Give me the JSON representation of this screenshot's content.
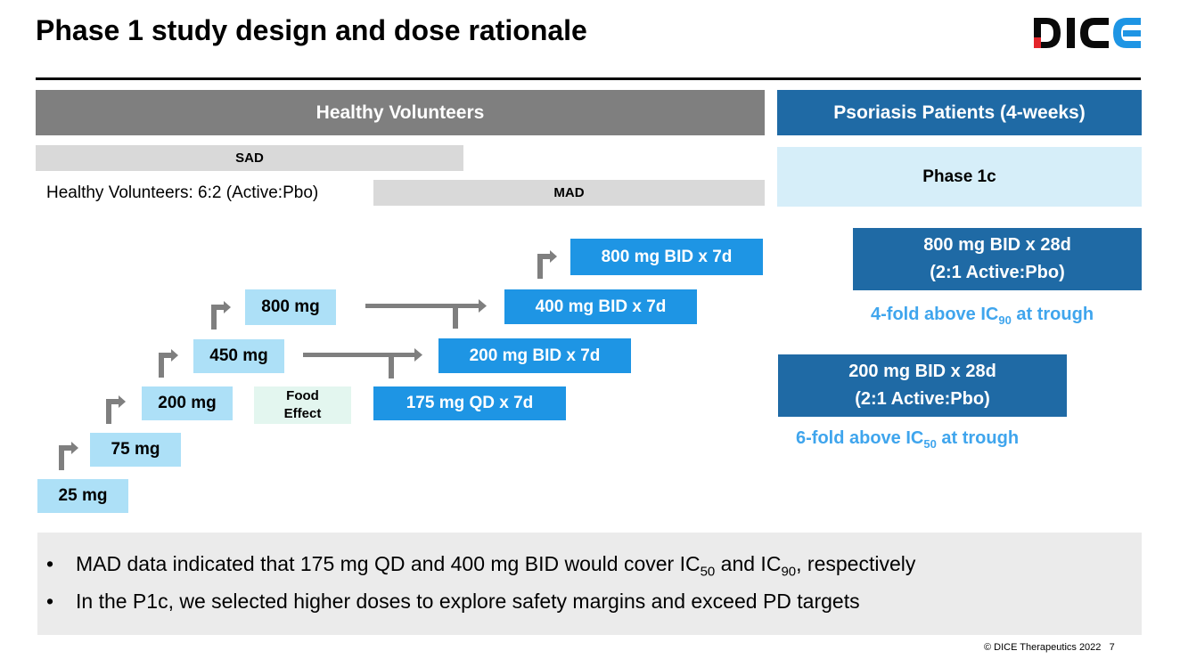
{
  "title": "Phase 1 study design and dose rationale",
  "logo": {
    "text": "DICE",
    "colors": {
      "dark": "#0a0a0a",
      "red": "#e4252b",
      "blue": "#1e95e4"
    }
  },
  "headers": {
    "healthy": "Healthy Volunteers",
    "psoriasis": "Psoriasis Patients (4-weeks)"
  },
  "sad": {
    "label": "SAD"
  },
  "mad": {
    "label": "MAD"
  },
  "ratio_text": "Healthy Volunteers: 6:2 (Active:Pbo)",
  "phase1c": {
    "label": "Phase 1c"
  },
  "sad_doses": [
    "25 mg",
    "75 mg",
    "200 mg",
    "450 mg",
    "800 mg"
  ],
  "food_effect": {
    "line1": "Food",
    "line2": "Effect"
  },
  "mad_doses": [
    "175 mg  QD x 7d",
    "200 mg BID x 7d",
    "400 mg BID x 7d",
    "800 mg BID x 7d"
  ],
  "p1c_doses": [
    {
      "line1": "800 mg BID x 28d",
      "line2": "(2:1 Active:Pbo)",
      "note_pre": "4-fold above IC",
      "note_sub": "90",
      "note_post": " at trough"
    },
    {
      "line1": "200 mg BID x 28d",
      "line2": "(2:1 Active:Pbo)",
      "note_pre": "6-fold above IC",
      "note_sub": "50",
      "note_post": " at trough"
    }
  ],
  "bullets": [
    {
      "bullet": "•",
      "p1": "MAD data indicated that 175 mg QD and 400 mg BID would cover IC",
      "s1": "50",
      "p2": " and IC",
      "s2": "90",
      "p3": ", respectively"
    },
    {
      "bullet": "•",
      "p1": "In the P1c, we selected higher doses to explore safety margins and exceed PD targets"
    }
  ],
  "footer": {
    "copyright": "© DICE Therapeutics 2022",
    "page": "7"
  },
  "colors": {
    "gray_header": "#7f7f7f",
    "dark_blue": "#1f6aa5",
    "light_blue": "#ade0f7",
    "bright_blue": "#1e95e4",
    "pale_blue": "#d6eef9",
    "note_blue": "#3fa5ed",
    "mint": "#e3f6ef"
  }
}
